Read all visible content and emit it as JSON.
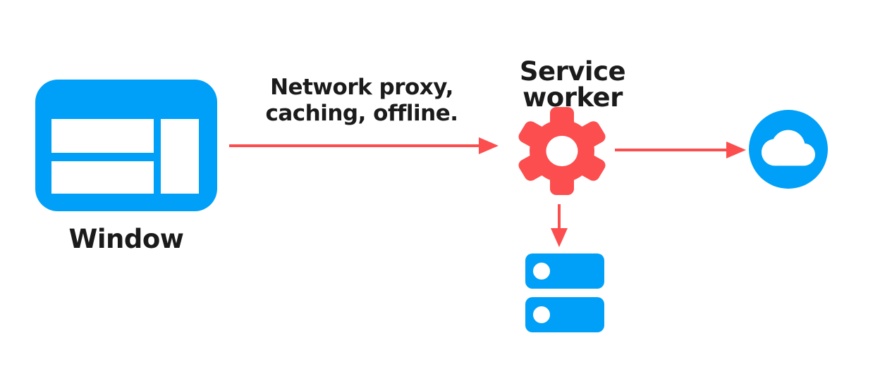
{
  "colors": {
    "blue": "#00a0f8",
    "red": "#fc4e4e",
    "ink": "#1b1b1b",
    "background": "#ffffff"
  },
  "nodes": {
    "window": {
      "label": "Window",
      "icon": "browser-window-icon",
      "color": "#00a0f8"
    },
    "service_worker": {
      "label": "Service worker",
      "icon": "gear-icon",
      "color": "#fc4e4e"
    },
    "network": {
      "label": "",
      "icon": "cloud-icon",
      "color": "#00a0f8"
    },
    "storage": {
      "label": "",
      "icon": "database-icon",
      "color": "#00a0f8"
    }
  },
  "edges": {
    "window_to_worker": {
      "label_lines": [
        "Network proxy,",
        "caching, offline."
      ],
      "direction": "right",
      "color": "#fc4e4e"
    },
    "worker_to_network": {
      "label_lines": [
        "",
        ""
      ],
      "direction": "right",
      "color": "#fc4e4e"
    },
    "worker_to_storage": {
      "label_lines": [
        "",
        ""
      ],
      "direction": "down",
      "color": "#fc4e4e"
    }
  }
}
